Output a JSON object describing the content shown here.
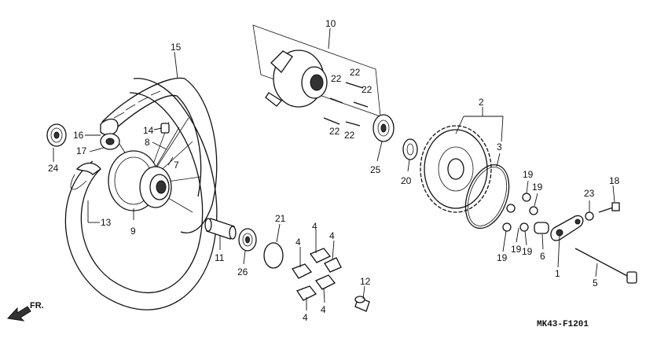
{
  "diagram": {
    "code": "MK43-F1201",
    "direction_label": "FR.",
    "callouts": [
      "15",
      "16",
      "17",
      "24",
      "14",
      "8",
      "7",
      "13",
      "9",
      "10",
      "22",
      "22",
      "22",
      "22",
      "22",
      "2",
      "3",
      "20",
      "25",
      "21",
      "4",
      "4",
      "4",
      "4",
      "4",
      "11",
      "26",
      "12",
      "19",
      "19",
      "19",
      "19",
      "19",
      "6",
      "1",
      "23",
      "18",
      "5"
    ]
  }
}
